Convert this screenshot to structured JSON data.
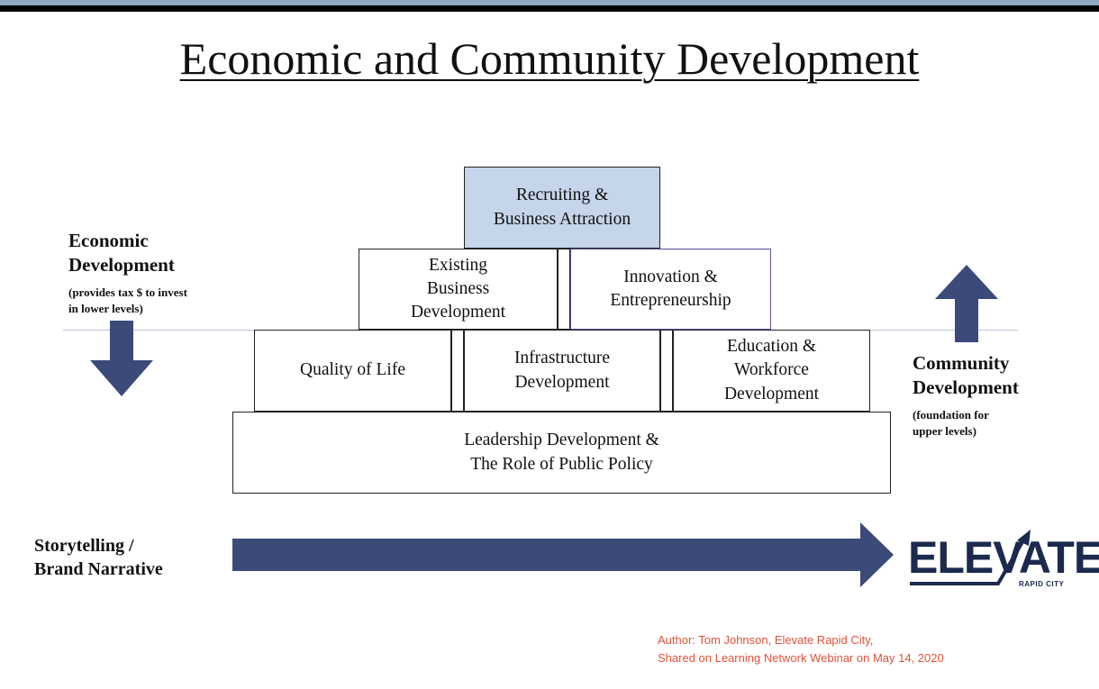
{
  "title": "Economic and Community Development",
  "pyramid": {
    "top": "Recruiting &\nBusiness Attraction",
    "level2": [
      "Existing\nBusiness\nDevelopment",
      "Innovation &\nEntrepreneurship"
    ],
    "level3": [
      "Quality of Life",
      "Infrastructure\nDevelopment",
      "Education &\nWorkforce\nDevelopment"
    ],
    "base": "Leadership Development &\nThe Role of Public Policy"
  },
  "left": {
    "heading_line1": "Economic",
    "heading_line2": "Development",
    "note": "(provides tax $ to invest\nin lower levels)",
    "arrow": "down-arrow"
  },
  "right": {
    "heading_line1": "Community",
    "heading_line2": "Development",
    "note": "(foundation for\nupper levels)",
    "arrow": "up-arrow"
  },
  "storytelling": {
    "line1": "Storytelling /",
    "line2": "Brand Narrative",
    "arrow": "right-arrow"
  },
  "logo": {
    "word": "ELEVATE",
    "sub": "RAPID CITY",
    "color": "#1b2a4e"
  },
  "author": {
    "text": "Author:  Tom Johnson, Elevate Rapid City,\nShared on Learning Network Webinar on May 14, 2020",
    "color": "#e0533a"
  },
  "colors": {
    "arrow": "#3b4a78",
    "top_box_fill": "#c5d5ea"
  }
}
